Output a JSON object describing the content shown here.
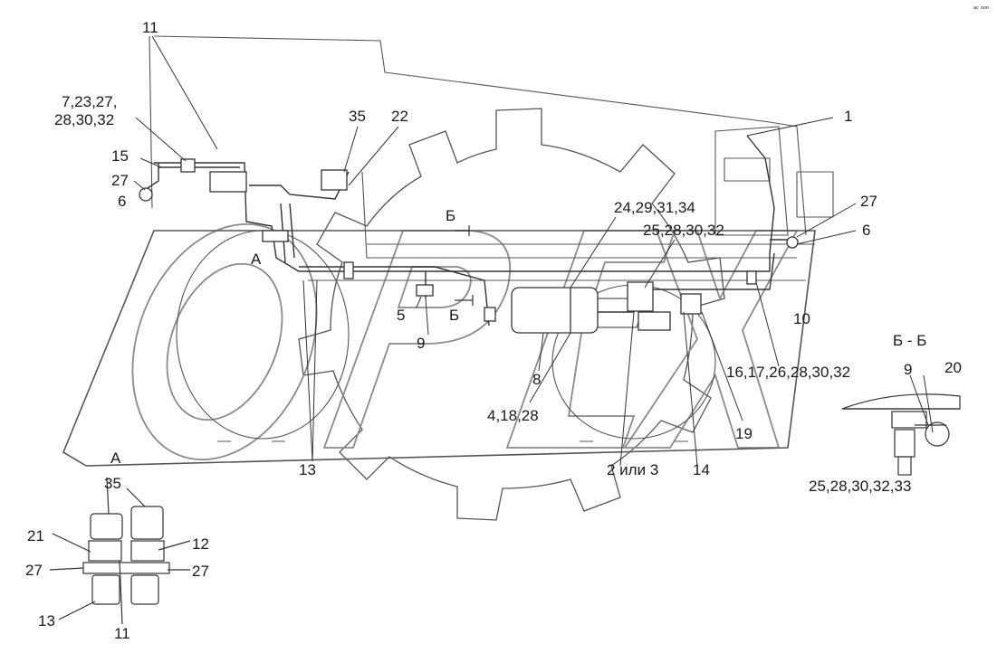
{
  "colors": {
    "line": "#3a3a3a",
    "text": "#1a1a1a",
    "watermark": "#c8c8c8"
  },
  "callouts": {
    "c11_top": "11",
    "c7_23_27": "7,23,27,",
    "c28_30_32_left": "28,30,32",
    "c15": "15",
    "c27_left": "27",
    "c6_left": "6",
    "c35_top": "35",
    "c22": "22",
    "c1": "1",
    "c27_right": "27",
    "c6_right": "6",
    "c24_29_31_34": "24,29,31,34",
    "c25_28_30_32": "25,28,30,32",
    "c10": "10",
    "cA": "A",
    "c5": "5",
    "c9_main": "9",
    "c8": "8",
    "c4_18_28": "4,18,28",
    "c16_17_26": "16,17,26,28,30,32",
    "c19": "19",
    "c13_main": "13",
    "c2_ili_3": "2 или 3",
    "c14": "14",
    "c9_section": "9",
    "c20": "20",
    "c25_28_30_32_33": "25,28,30,32,33",
    "c35_detail": "35",
    "c21": "21",
    "c12": "12",
    "c27_detail_left": "27",
    "c27_detail_right": "27",
    "c13_detail": "13",
    "c11_detail": "11"
  },
  "section_marks": {
    "b_top": "Б",
    "b_bottom": "Б",
    "section_title": "Б - Б",
    "detail_title": "А"
  },
  "corner_mark": "ᵃᶜ ᵒᵒᵒ",
  "watermark": "ОРЕХ"
}
